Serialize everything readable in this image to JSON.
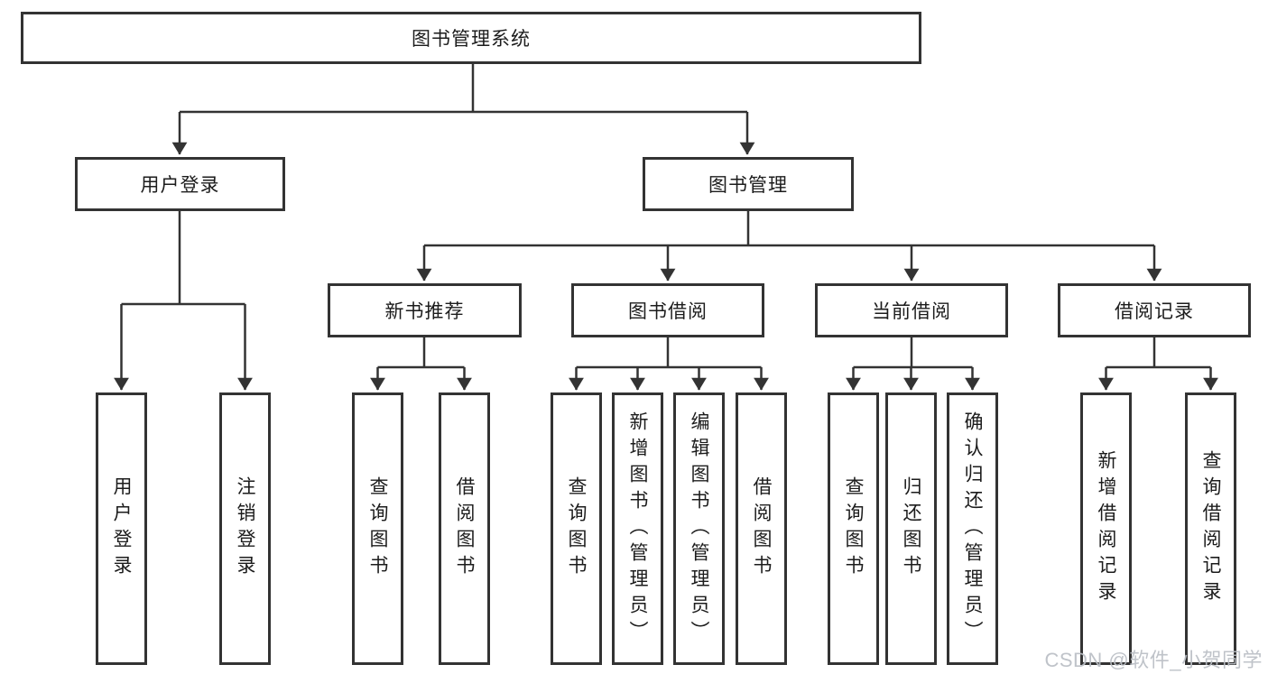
{
  "tree": {
    "label": "图书管理系统",
    "children": [
      {
        "label": "用户登录",
        "children": [
          {
            "label": "用户登录"
          },
          {
            "label": "注销登录"
          }
        ]
      },
      {
        "label": "图书管理",
        "children": [
          {
            "label": "新书推荐",
            "children": [
              {
                "label": "查询图书"
              },
              {
                "label": "借阅图书"
              }
            ]
          },
          {
            "label": "图书借阅",
            "children": [
              {
                "label": "查询图书"
              },
              {
                "label": "新增图书（管理员）"
              },
              {
                "label": "编辑图书（管理员）"
              },
              {
                "label": "借阅图书"
              }
            ]
          },
          {
            "label": "当前借阅",
            "children": [
              {
                "label": "查询图书"
              },
              {
                "label": "归还图书"
              },
              {
                "label": "确认归还（管理员）"
              }
            ]
          },
          {
            "label": "借阅记录",
            "children": [
              {
                "label": "新增借阅记录"
              },
              {
                "label": "查询借阅记录"
              }
            ]
          }
        ]
      }
    ]
  },
  "watermark": "CSDN @软件_小贺同学",
  "colors": {
    "line": "#333333",
    "box_border": "#333333",
    "text": "#1c1c1c",
    "watermark": "#babec4",
    "background": "#ffffff"
  }
}
